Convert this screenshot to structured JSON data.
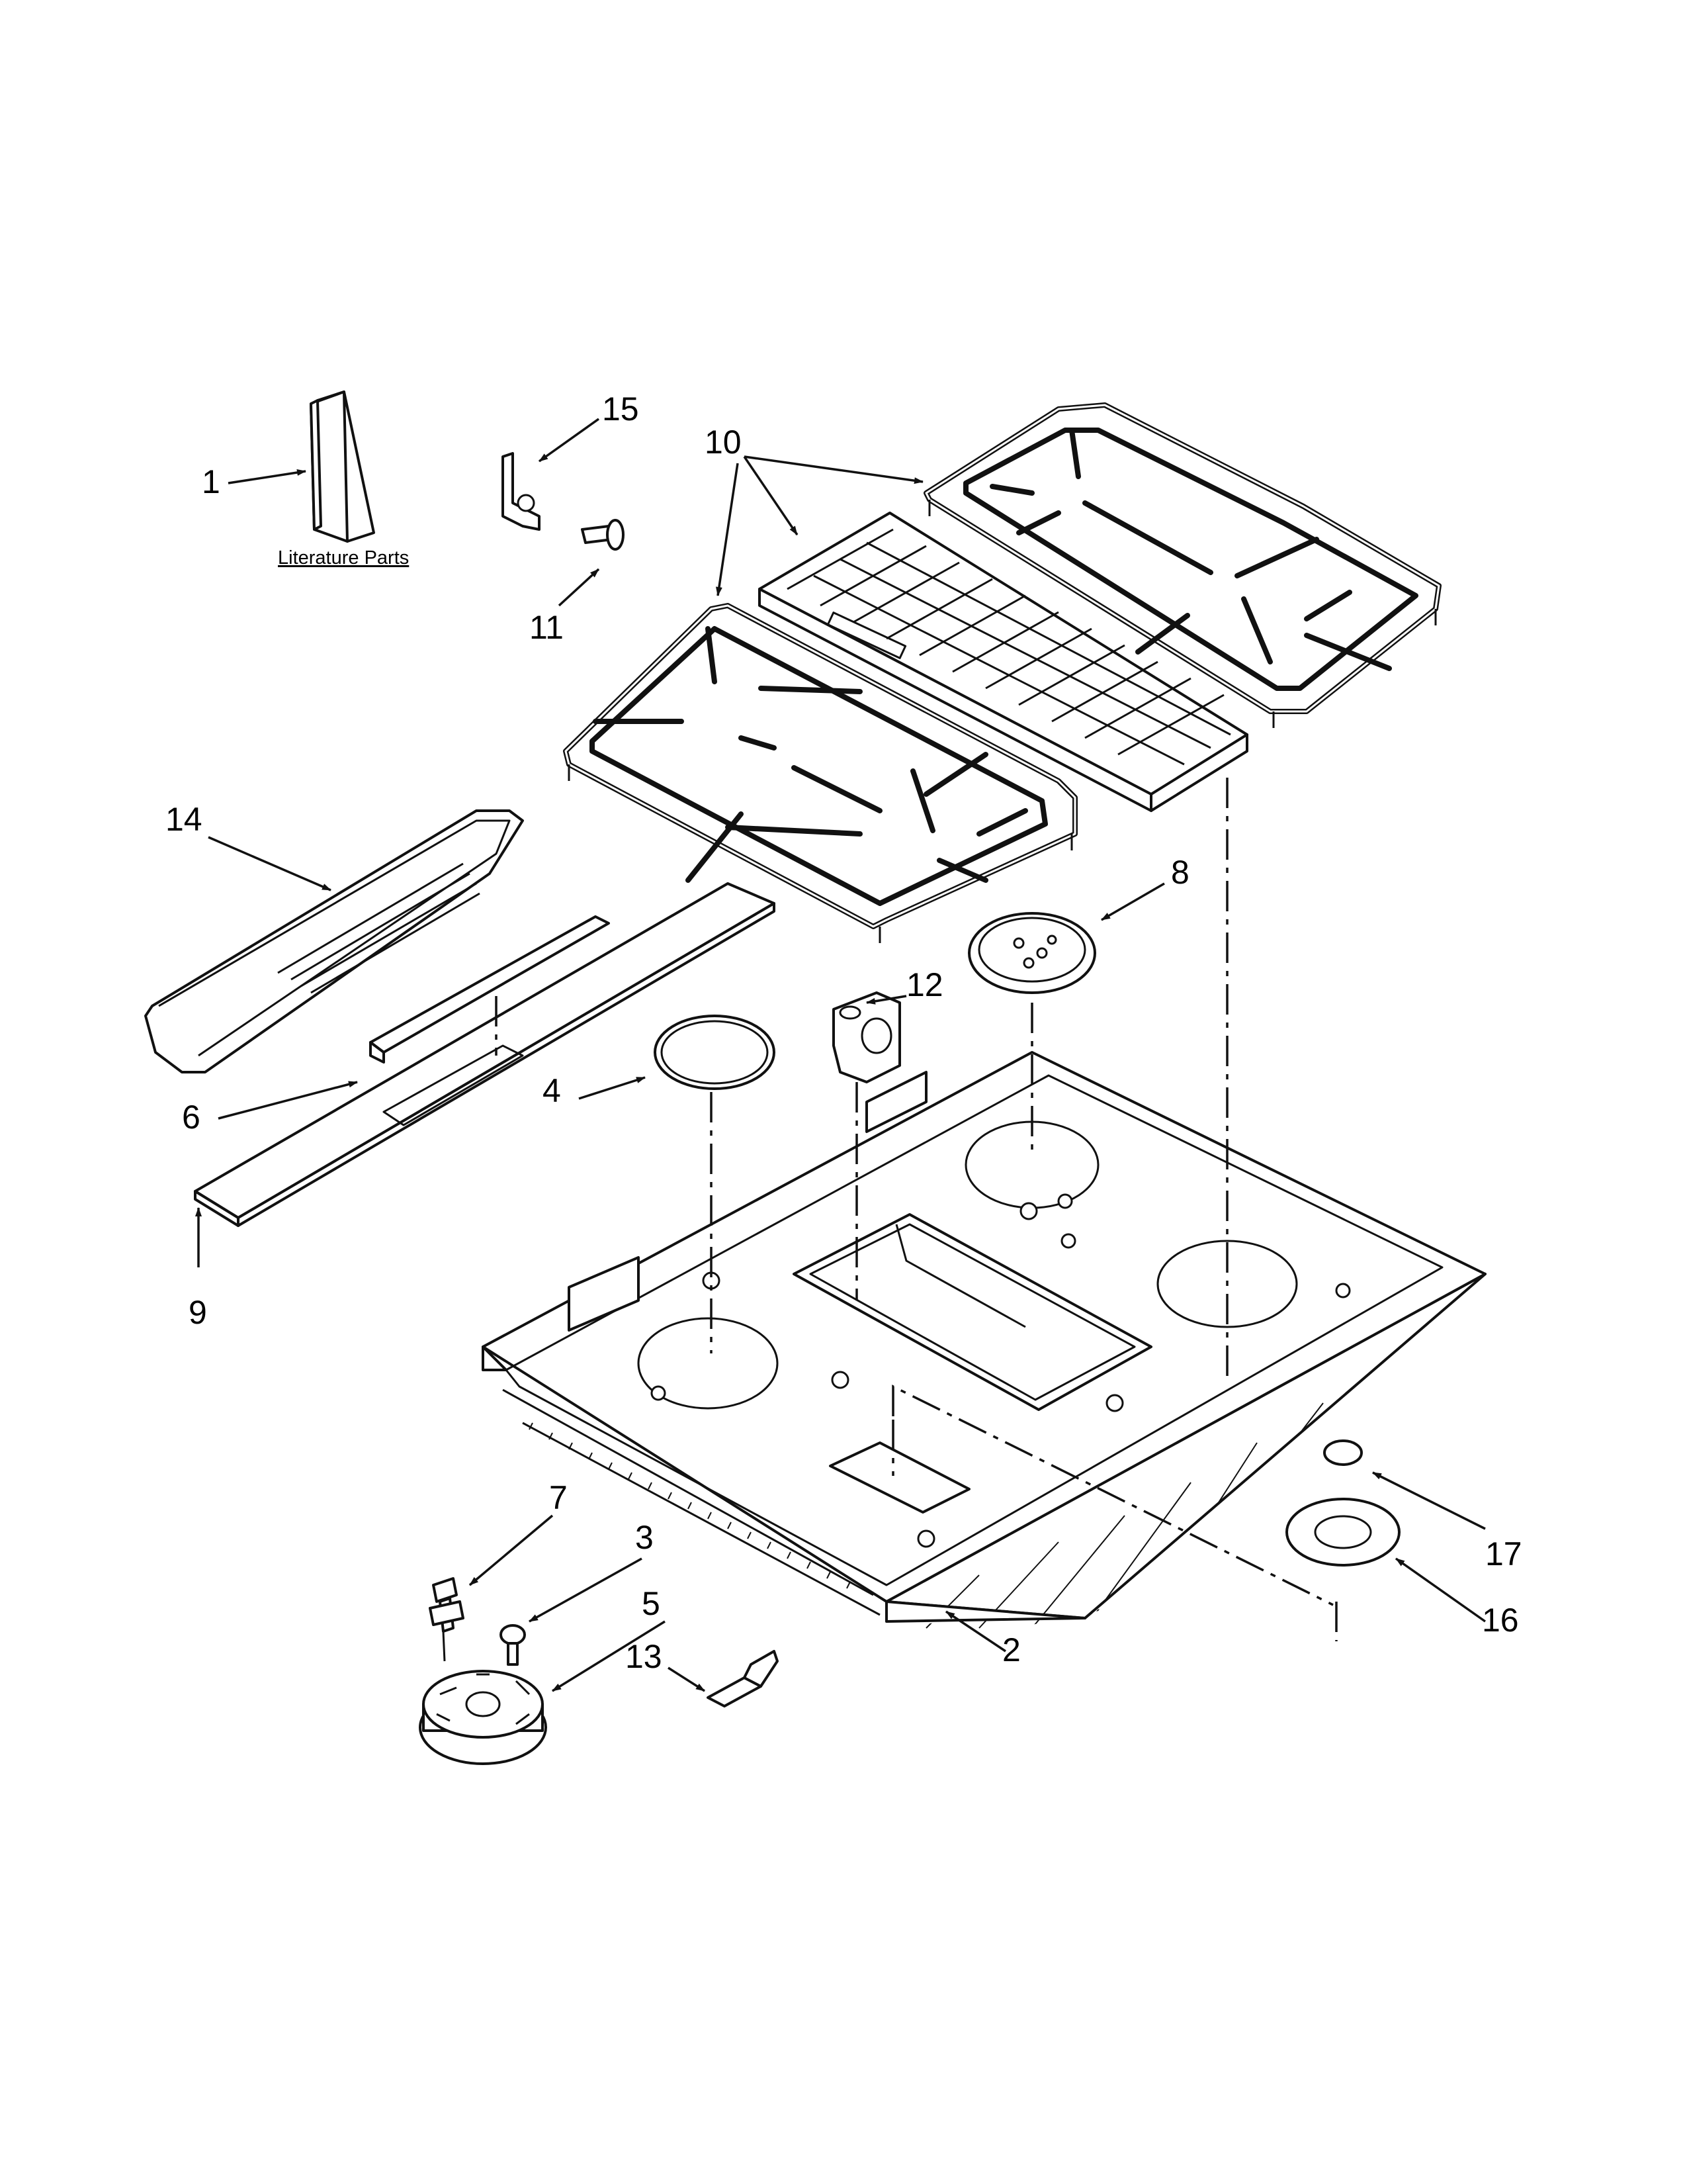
{
  "diagram": {
    "literature_label": "Literature Parts",
    "callouts": [
      {
        "id": "c1",
        "label": "1"
      },
      {
        "id": "c2",
        "label": "2"
      },
      {
        "id": "c3",
        "label": "3"
      },
      {
        "id": "c4",
        "label": "4"
      },
      {
        "id": "c5",
        "label": "5"
      },
      {
        "id": "c6",
        "label": "6"
      },
      {
        "id": "c7",
        "label": "7"
      },
      {
        "id": "c8",
        "label": "8"
      },
      {
        "id": "c9",
        "label": "9"
      },
      {
        "id": "c10",
        "label": "10"
      },
      {
        "id": "c11",
        "label": "11"
      },
      {
        "id": "c12",
        "label": "12"
      },
      {
        "id": "c13",
        "label": "13"
      },
      {
        "id": "c14",
        "label": "14"
      },
      {
        "id": "c15",
        "label": "15"
      },
      {
        "id": "c16",
        "label": "16"
      },
      {
        "id": "c17",
        "label": "17"
      }
    ]
  }
}
